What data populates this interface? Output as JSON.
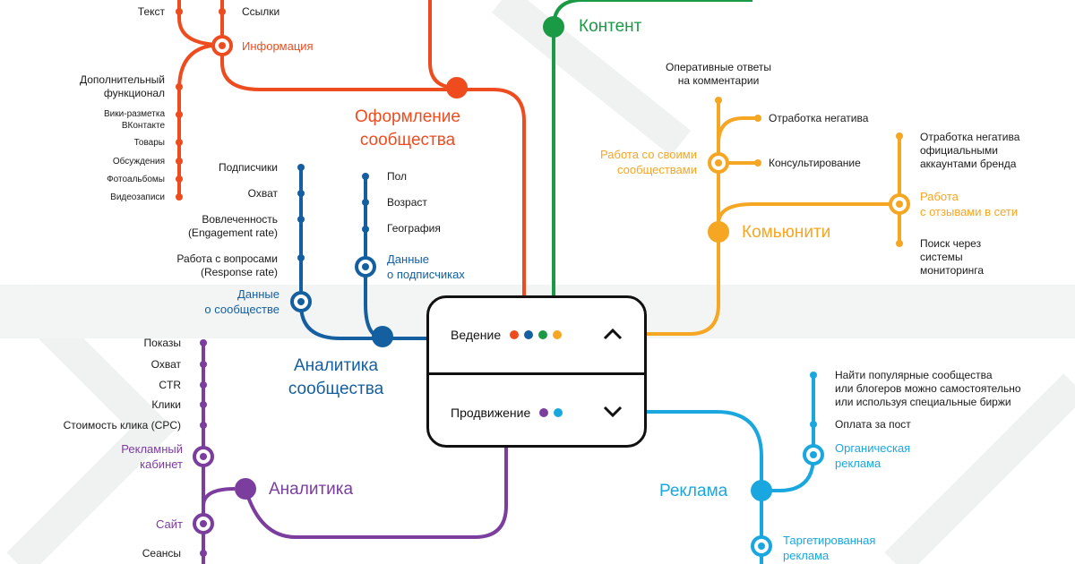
{
  "colors": {
    "red": "#ee4c1f",
    "blue": "#145fa0",
    "green": "#1b9a45",
    "orange": "#f5a623",
    "purple": "#7b3d9e",
    "cyan": "#1aa7e0"
  },
  "panel": {
    "row1": {
      "label": "Ведение",
      "dots": [
        "#ee4c1f",
        "#145fa0",
        "#1b9a45",
        "#f5a623"
      ],
      "chevron_icon": "chevron-up-icon"
    },
    "row2": {
      "label": "Продвижение",
      "dots": [
        "#7b3d9e",
        "#1aa7e0"
      ],
      "chevron_icon": "chevron-down-icon"
    }
  },
  "design": {
    "title": "Оформление\nсообщества",
    "items": [
      "Текст",
      "Ссылки",
      "Информация",
      "Дополнительный\nфункционал",
      "Вики-разметка\nВКонтакте",
      "Товары",
      "Обсуждения",
      "Фотоальбомы",
      "Видеозаписи"
    ]
  },
  "content": {
    "title": "Контент"
  },
  "analytics_community": {
    "title": "Аналитика\nсообщества",
    "community_stop": "Данные\nо сообществе",
    "community_items": [
      "Подписчики",
      "Охват",
      "Вовлеченность\n(Engagement rate)",
      "Работа с вопросами\n(Response rate)"
    ],
    "subscribers_stop": "Данные\nо подписчиках",
    "subscribers_items": [
      "Пол",
      "Возраст",
      "География"
    ]
  },
  "community_mgmt": {
    "title": "Комьюнити",
    "own_stop": "Работа со своими\nсообществами",
    "own_items": [
      "Оперативные ответы\nна комментарии",
      "Отработка негатива",
      "Консультирование"
    ],
    "reviews_stop": "Работа\nс отзывами в сети",
    "reviews_items": [
      "Отработка негатива\nофициальными\nаккаунтами бренда",
      "Поиск через\nсистемы\nмониторинга"
    ]
  },
  "analytics": {
    "title": "Аналитика",
    "cabinet_stop": "Рекламный\nкабинет",
    "cabinet_items": [
      "Показы",
      "Охват",
      "CTR",
      "Клики",
      "Стоимость клика (CPC)"
    ],
    "site_stop": "Сайт",
    "site_items": [
      "Сеансы"
    ]
  },
  "ads": {
    "title": "Реклама",
    "organic_stop": "Органическая\nреклама",
    "organic_items": [
      "Найти популярные сообщества\nили блогеров можно самостоятельно\nили используя специальные биржи",
      "Оплата за пост"
    ],
    "targeted_stop": "Таргетированная\nреклама"
  }
}
